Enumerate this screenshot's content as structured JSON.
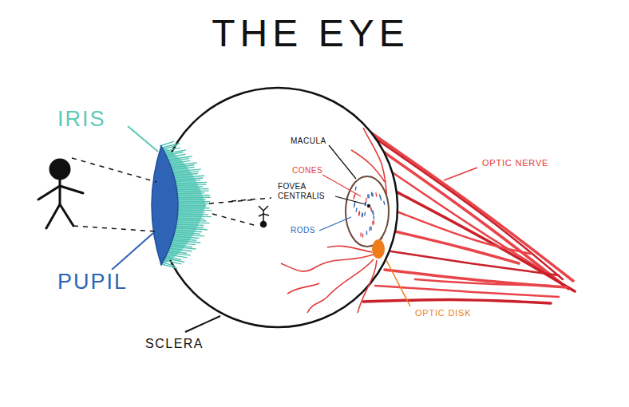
{
  "diagram": {
    "title": "THE EYE",
    "labels": [
      "IRIS",
      "PUPIL",
      "SCLERA",
      "MACULA",
      "CONES",
      "FOVEA CENTRALIS",
      "RODS",
      "OPTIC NERVE",
      "OPTIC DISK"
    ]
  }
}
